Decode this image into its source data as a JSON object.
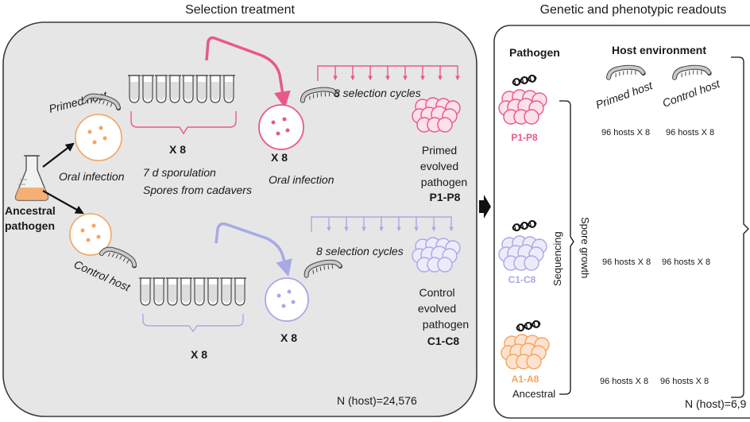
{
  "headings": {
    "left": "Selection treatment",
    "right": "Genetic and phenotypic readouts"
  },
  "selection": {
    "primed_host": "Primed host",
    "control_host": "Control host",
    "oral_infection": "Oral infection",
    "ancestral_line1": "Ancestral",
    "ancestral_line2": "pathogen",
    "x8": "X 8",
    "sporulation_line1": "7 d sporulation",
    "sporulation_line2": "Spores from cadavers",
    "cycles": "8 selection cycles",
    "primed_evolved": [
      "Primed",
      "evolved",
      "pathogen"
    ],
    "primed_code": "P1-P8",
    "control_evolved": [
      "Control",
      "evolved",
      "pathogen"
    ],
    "control_code": "C1-C8",
    "n_host_left": "N (host)=24,576"
  },
  "readouts": {
    "pathogen_title": "Pathogen",
    "host_env_title": "Host environment",
    "primed_host": "Primed host",
    "control_host": "Control host",
    "p_label": "P1-P8",
    "c_label": "C1-C8",
    "a_label": "A1-A8",
    "ancestral": "Ancestral",
    "sequencing": "Sequencing",
    "spore_growth": "Spore growth",
    "hosts": "96 hosts X 8",
    "n_host_right": "N (host)=6,9"
  },
  "colors": {
    "primed": "#e8588a",
    "control": "#a9a9e6",
    "ancestral": "#f4a460",
    "panel": "#e6e6e6",
    "frame": "#3a3a3a"
  },
  "icons": [
    "flask-icon",
    "petri-dish-icon",
    "larva-icon",
    "test-tube-rack-icon",
    "spore-cluster-icon",
    "dna-icon",
    "arrow-icon",
    "bracket-icon"
  ]
}
